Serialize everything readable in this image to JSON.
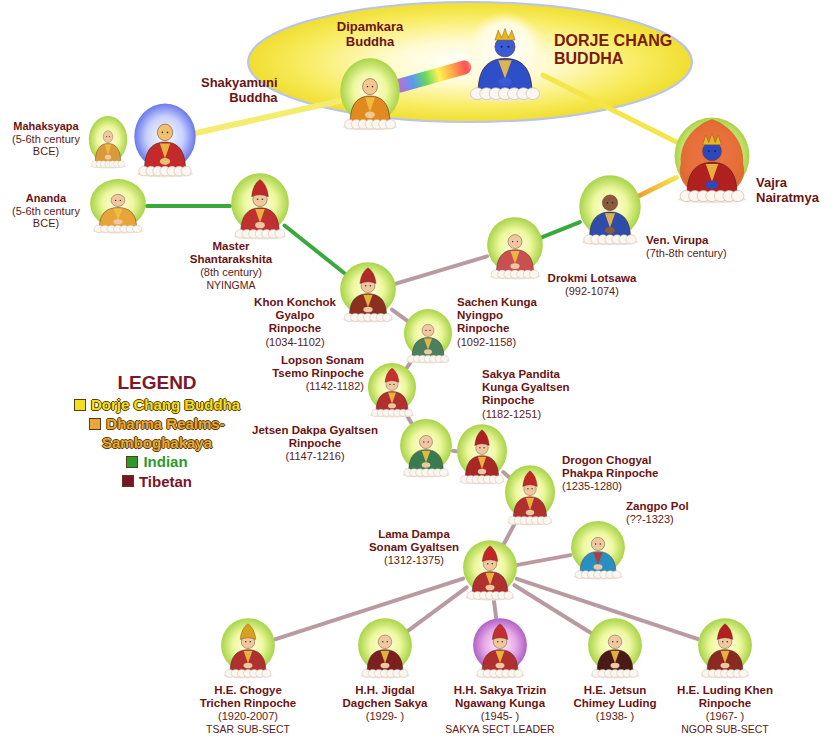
{
  "diagram": {
    "nodes": [
      {
        "text": [
          "DORJE CHANG BUDDHA"
        ]
      },
      {
        "text": [
          "Dipamkara Buddha"
        ]
      },
      {
        "text": [
          "Shakyamuni Buddha"
        ]
      },
      {
        "text": [
          "Mahaksyapa",
          "(5-6th century BCE)"
        ]
      },
      {
        "text": [
          "Ananda",
          "(5-6th century BCE)"
        ]
      },
      {
        "text": [
          "Vajra Nairatmya"
        ]
      },
      {
        "text": [
          "Ven. Virupa",
          "(7th-8th century)"
        ]
      },
      {
        "text": [
          "Master Shantarakshita",
          "(8th century)",
          "NYINGMA"
        ]
      },
      {
        "text": [
          "Drokmi Lotsawa",
          "(992-1074)"
        ]
      },
      {
        "text": [
          "Khon Konchok Gyalpo Rinpoche",
          "(1034-1102)"
        ]
      },
      {
        "text": [
          "Sachen Kunga Nyingpo Rinpoche",
          "(1092-1158)"
        ]
      },
      {
        "text": [
          "Lopson Sonam Tsemo Rinpoche",
          "(1142-1182)"
        ]
      },
      {
        "text": [
          "Sakya Pandita Kunga Gyaltsen Rinpoche",
          "(1182-1251)"
        ]
      },
      {
        "text": [
          "Jetsen Dakpa Gyaltsen Rinpoche",
          "(1147-1216)"
        ]
      },
      {
        "text": [
          "Drogon Chogyal Phakpa Rinpoche",
          "(1235-1280)"
        ]
      },
      {
        "text": [
          "Zangpo Pol",
          "(??-1323)"
        ]
      },
      {
        "text": [
          "Lama Dampa Sonam Gyaltsen",
          "(1312-1375)"
        ]
      },
      {
        "text": [
          "H.E. Chogye Trichen Rinpoche",
          "(1920-2007)",
          "TSAR SUB-SECT"
        ]
      },
      {
        "text": [
          "H.H. Jigdal Dagchen Sakya",
          "(1929- )"
        ]
      },
      {
        "text": [
          "H.H. Sakya Trizin Ngawang Kunga",
          "(1945- )",
          "SAKYA SECT LEADER"
        ]
      },
      {
        "text": [
          "H.E. Jetsun Chimey Luding",
          "(1938- )"
        ]
      },
      {
        "text": [
          "H.E. Luding Khen Rinpoche",
          "(1967- )",
          "NGOR SUB-SECT"
        ]
      }
    ],
    "edges": [
      {
        "from": 0,
        "to": 1,
        "arrow": "none"
      },
      {
        "from": 1,
        "to": 2,
        "arrow": "none"
      },
      {
        "from": 0,
        "to": 5,
        "arrow": "none"
      },
      {
        "from": 5,
        "to": 6,
        "arrow": "none"
      },
      {
        "from": 6,
        "to": 8,
        "arrow": "none"
      },
      {
        "from": 4,
        "to": 7,
        "arrow": "none"
      },
      {
        "from": 7,
        "to": 9,
        "arrow": "none"
      },
      {
        "from": 8,
        "to": 9,
        "arrow": "none"
      },
      {
        "from": 9,
        "to": 10,
        "arrow": "none"
      },
      {
        "from": 10,
        "to": 11,
        "arrow": "none"
      },
      {
        "from": 11,
        "to": 13,
        "arrow": "none"
      },
      {
        "from": 13,
        "to": 12,
        "arrow": "none"
      },
      {
        "from": 12,
        "to": 14,
        "arrow": "none"
      },
      {
        "from": 14,
        "to": 16,
        "arrow": "none"
      },
      {
        "from": 15,
        "to": 16,
        "arrow": "none"
      },
      {
        "from": 16,
        "to": 17,
        "arrow": "none"
      },
      {
        "from": 16,
        "to": 18,
        "arrow": "none"
      },
      {
        "from": 16,
        "to": 19,
        "arrow": "none"
      },
      {
        "from": 16,
        "to": 20,
        "arrow": "none"
      },
      {
        "from": 16,
        "to": 21,
        "arrow": "none"
      }
    ],
    "labels": [
      "LEGEND"
    ],
    "legend": [
      {
        "text": "Dorje Chang Buddha",
        "color": "#f2e21e"
      },
      {
        "text": "Dharma Realms- Samboghakaya",
        "color": "#e8a838"
      },
      {
        "text": "Indian",
        "color": "#2a9a2a"
      },
      {
        "text": "Tibetan",
        "color": "#7a1428"
      }
    ]
  }
}
